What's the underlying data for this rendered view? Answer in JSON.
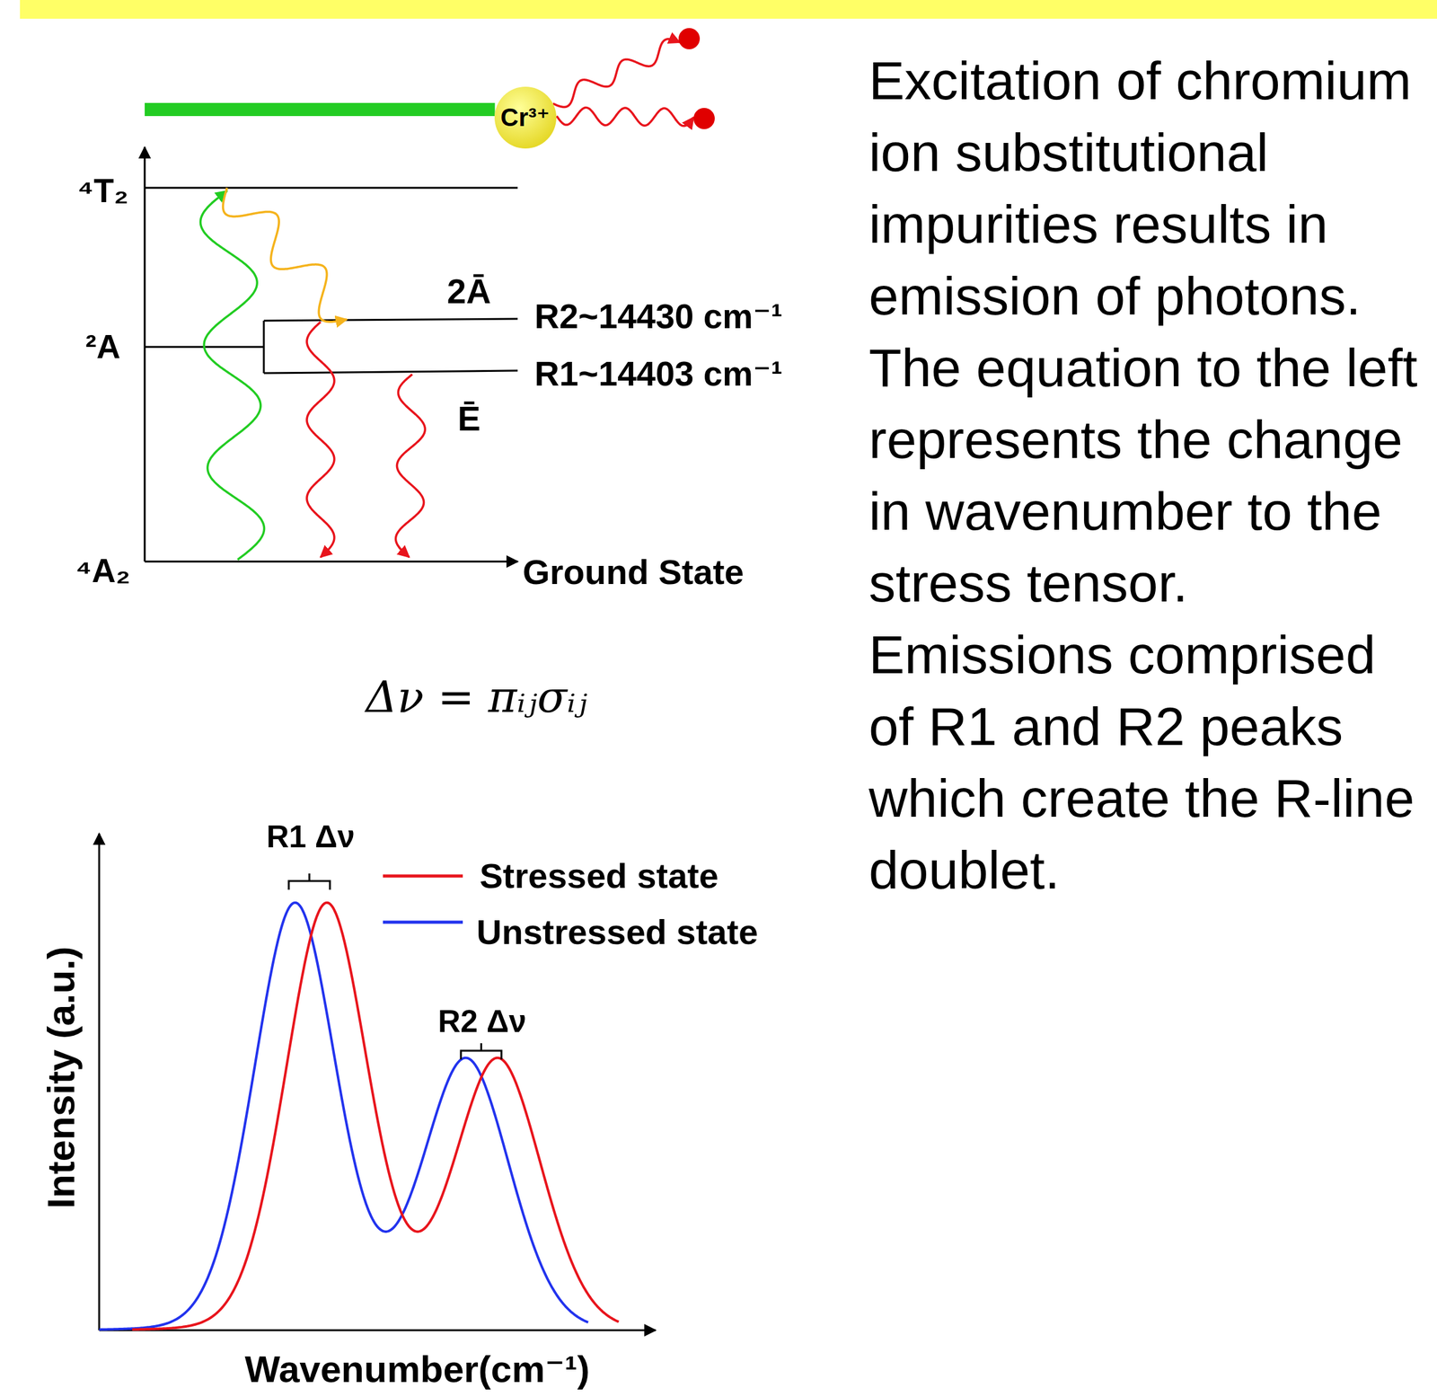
{
  "diagram": {
    "nodes": [
      {
        "text": [
          "Cr³⁺"
        ]
      }
    ],
    "labels": [
      "⁴T₂",
      "²A",
      "⁴A₂",
      "2Ā",
      "R2~14430 cm⁻¹",
      "R1~14403 cm⁻¹",
      "Ē",
      "Ground State",
      "Δν = πᵢⱼσᵢⱼ",
      "R1 Δν",
      "R2 Δν",
      "Intensity (a.u.)",
      "Wavenumber(cm⁻¹)",
      "Excitation of chromium ion substitutional impurities results in emission of photons. The equation to the left represents the change in wavenumber to the stress tensor. Emissions comprised of R1 and R2 peaks which create the R-line doublet."
    ],
    "legend": [
      {
        "text": "Stressed state"
      },
      {
        "text": "Unstressed state"
      }
    ]
  }
}
